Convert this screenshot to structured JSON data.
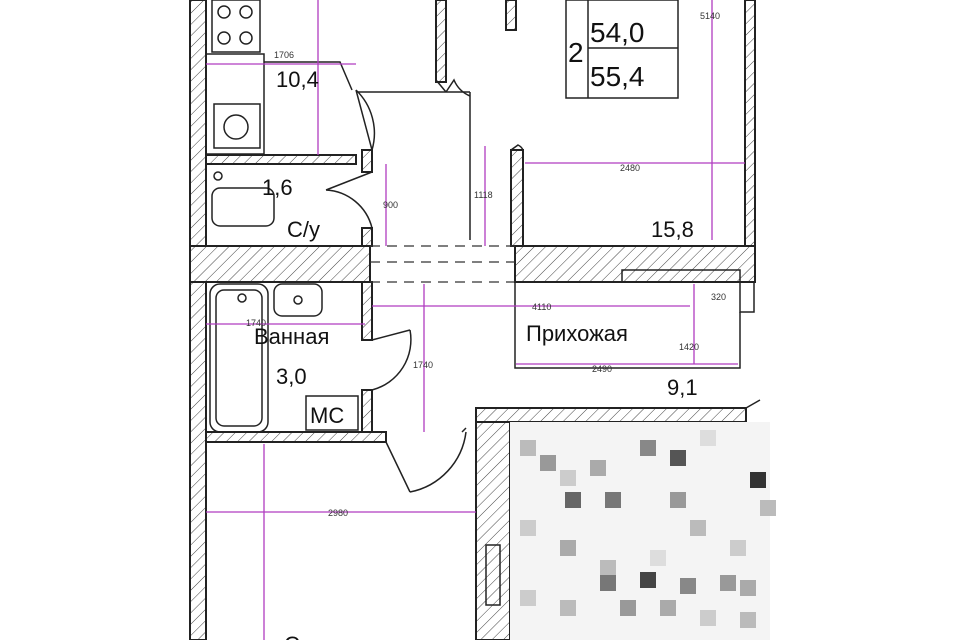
{
  "rooms": {
    "kitchen_area": "10,4",
    "toilet_area": "1,6",
    "toilet_name": "С/у",
    "living_area": "15,8",
    "bathroom_name": "Ванная",
    "bathroom_area": "3,0",
    "bathroom_tag": "МС",
    "hall_name": "Прихожая",
    "hall_area": "9,1",
    "bedroom_name": "Спальня"
  },
  "apartment": {
    "rooms_count": "2",
    "living_total": "54,0",
    "total_area": "55,4"
  },
  "dimensions": {
    "d1706": "1706",
    "d5140": "5140",
    "d900": "900",
    "d1118": "1118",
    "d2480": "2480",
    "d4110": "4110",
    "d320": "320",
    "d1740h": "1740",
    "d1740v": "1740",
    "d1420": "1420",
    "d2490": "2490",
    "d2980": "2980"
  },
  "colors": {
    "dimension_line": "#b03cc0",
    "wall_stroke": "#222222"
  }
}
